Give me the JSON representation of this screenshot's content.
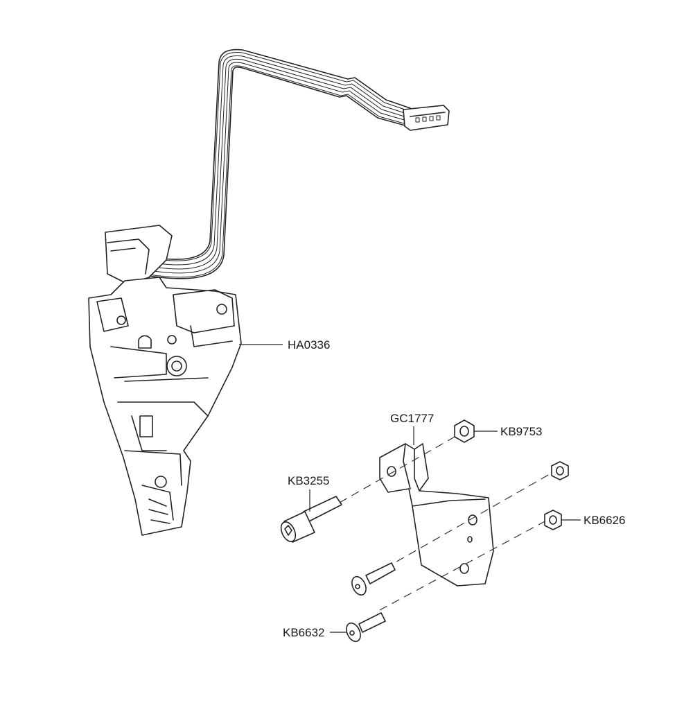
{
  "callouts": {
    "ha0336": "HA0336",
    "gc1777": "GC1777",
    "kb9753": "KB9753",
    "kb3255": "KB3255",
    "kb6626": "KB6626",
    "kb6632": "KB6632"
  },
  "colors": {
    "line": "#222222",
    "background": "#ffffff"
  }
}
